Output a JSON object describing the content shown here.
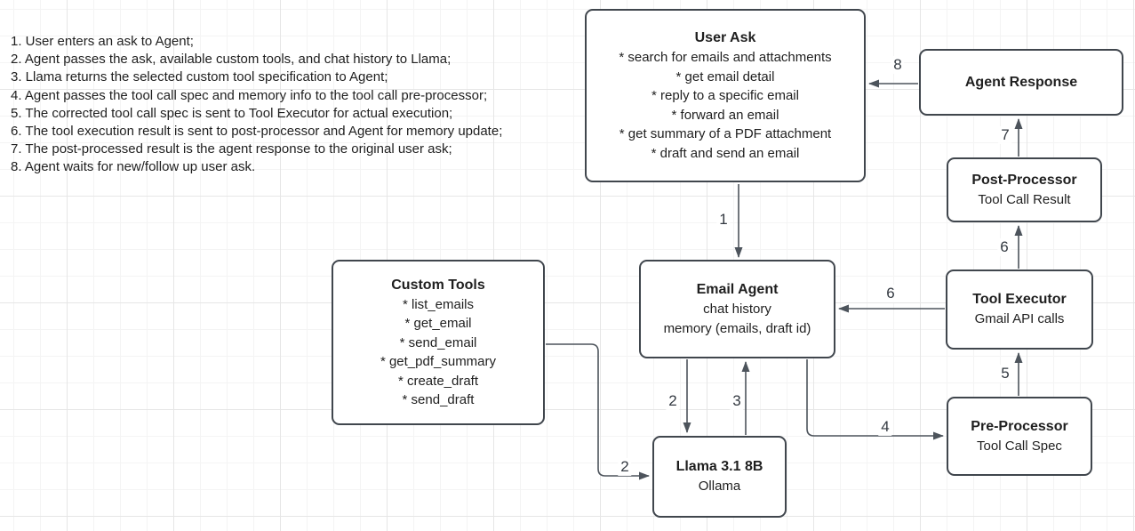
{
  "notes": {
    "items": [
      "1. User enters an ask to Agent;",
      "2. Agent passes the ask, available custom tools, and chat history to Llama;",
      "3. Llama returns the selected custom tool specification to Agent;",
      "4. Agent passes the tool call spec and memory info to the tool call pre-processor;",
      "5. The corrected tool call spec is sent to Tool Executor for actual execution;",
      "6. The tool execution result is sent to post-processor and Agent for memory update;",
      "7. The post-processed result is the agent response to the original user ask;",
      "8. Agent waits for new/follow up user ask."
    ]
  },
  "nodes": {
    "user_ask": {
      "title": "User Ask",
      "items": [
        "* search for emails and attachments",
        "* get email detail",
        "* reply to a specific email",
        "* forward an email",
        "* get summary of a PDF attachment",
        "* draft and send an email"
      ]
    },
    "agent_response": {
      "title": "Agent Response"
    },
    "post_processor": {
      "title": "Post-Processor",
      "subtitle": "Tool Call Result"
    },
    "tool_executor": {
      "title": "Tool Executor",
      "subtitle": "Gmail API calls"
    },
    "pre_processor": {
      "title": "Pre-Processor",
      "subtitle": "Tool Call Spec"
    },
    "email_agent": {
      "title": "Email Agent",
      "lines": [
        "chat history",
        "memory (emails, draft id)"
      ]
    },
    "custom_tools": {
      "title": "Custom Tools",
      "items": [
        "* list_emails",
        "* get_email",
        "* send_email",
        "* get_pdf_summary",
        "* create_draft",
        "* send_draft"
      ]
    },
    "llama": {
      "title": "Llama 3.1 8B",
      "subtitle": "Ollama"
    }
  },
  "edges": {
    "step1": "1",
    "step2_from_agent": "2",
    "step2_from_tools": "2",
    "step3": "3",
    "step4": "4",
    "step5": "5",
    "step6_to_post": "6",
    "step6_to_agent": "6",
    "step7": "7",
    "step8": "8"
  },
  "colors": {
    "box_border": "#40464d",
    "arrow_stroke": "#4d545c",
    "text": "#1f1f1f",
    "grid_minor": "#f4f4f4",
    "grid_major": "#e6e6e6",
    "background": "#ffffff"
  }
}
